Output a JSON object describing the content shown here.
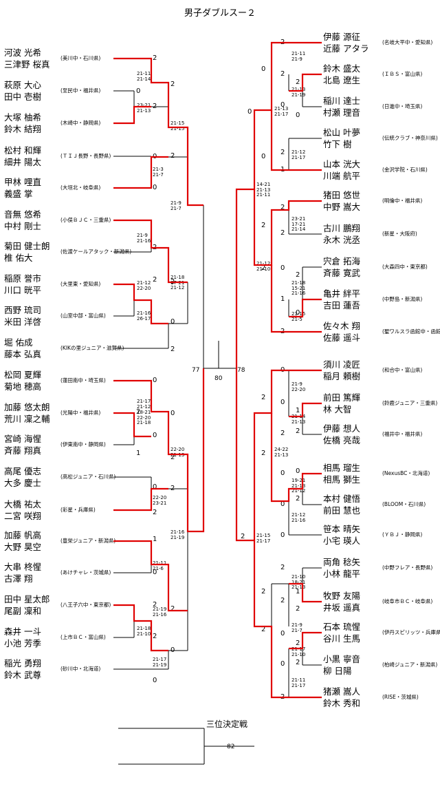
{
  "title": "男子ダブルスー２",
  "third_place_title": "三位決定戦",
  "left_teams": [
    {
      "p1": "河波 光希",
      "p2": "三津野 桜真",
      "club": "(美川中・石川県)"
    },
    {
      "p1": "萩原 大心",
      "p2": "田中 壱樹",
      "club": "(至民中・福井県)"
    },
    {
      "p1": "大塚 柚希",
      "p2": "鈴木 結翔",
      "club": "(木崎中・静岡県)"
    },
    {
      "p1": "松村 和輝",
      "p2": "細井 陽太",
      "club": "(ＴＩＪ長野・長野県)"
    },
    {
      "p1": "甲林 哩直",
      "p2": "義盛 掌",
      "club": "(大垣北・岐阜県)"
    },
    {
      "p1": "音無 悠希",
      "p2": "中村 剛士",
      "club": "(小俣ＢＪＣ・三重県)"
    },
    {
      "p1": "菊田 健士朗",
      "p2": "椎 佑大",
      "club": "(佐渡ケールアタック・新潟県)"
    },
    {
      "p1": "稲原 誉市",
      "p2": "川口 晄平",
      "club": "(大里東・愛知県)"
    },
    {
      "p1": "西野 琉司",
      "p2": "米田 洋啓",
      "club": "(山室中部・富山県)"
    },
    {
      "p1": "堀 佑成",
      "p2": "藤本 弘真",
      "club": "(KIKの里ジュニア・滋賀県)"
    },
    {
      "p1": "松岡 夏輝",
      "p2": "菊地 穂高",
      "club": "(蓮田南中・埼玉県)"
    },
    {
      "p1": "加藤 悠太朗",
      "p2": "荒川 凜之輔",
      "club": "(光陽中・福井県)"
    },
    {
      "p1": "宮崎 海惺",
      "p2": "斉藤 翔真",
      "club": "(伊東南中・静岡県)"
    },
    {
      "p1": "高尾 優志",
      "p2": "大多 慶士",
      "club": "(高松ジュニア・石川県)"
    },
    {
      "p1": "大橋 祐太",
      "p2": "二宮 咲翔",
      "club": "(彩星・兵庫県)"
    },
    {
      "p1": "加藤 帆高",
      "p2": "大野 昊空",
      "club": "(豊栄ジュニア・新潟県)"
    },
    {
      "p1": "大串 柊惺",
      "p2": "古澤 翔",
      "club": "(あけチャレ・茨城県)"
    },
    {
      "p1": "田中 星太郎",
      "p2": "尾副 凜和",
      "club": "(八王子六中・東京都)"
    },
    {
      "p1": "森井 一斗",
      "p2": "小池 芳季",
      "club": "(上市ＢＣ・富山県)"
    },
    {
      "p1": "稲光 勇翔",
      "p2": "鈴木 武尊",
      "club": "(砂川中・北海道)"
    }
  ],
  "right_teams": [
    {
      "p1": "伊藤 源征",
      "p2": "近藤 アタラ",
      "club": "(名岐大平中・愛知県)"
    },
    {
      "p1": "鈴木 盛太",
      "p2": "北島 遼生",
      "club": "(ＩＢＳ・富山県)"
    },
    {
      "p1": "稲川 達士",
      "p2": "村瀬 理音",
      "club": "(日進中・埼玉県)"
    },
    {
      "p1": "松山 叶夢",
      "p2": "竹下 樹",
      "club": "(伝統クラブ・神奈川県)"
    },
    {
      "p1": "山本 洸大",
      "p2": "川端 航平",
      "club": "(金沢学院・石川県)"
    },
    {
      "p1": "猪田 悠世",
      "p2": "中野 嵩大",
      "club": "(明倫中・福井県)"
    },
    {
      "p1": "古川 鵬翔",
      "p2": "永木 洸丞",
      "club": "(新星・大阪府)"
    },
    {
      "p1": "宍倉 拓海",
      "p2": "斉藤 寛武",
      "club": "(大森四中・東京都)"
    },
    {
      "p1": "亀井 絆平",
      "p2": "吉田 蓮吾",
      "club": "(中野島・新潟県)"
    },
    {
      "p1": "佐々木 翔",
      "p2": "佐藤 遥斗",
      "club": "(聖ワルスラ函館中・函館県)"
    },
    {
      "p1": "須川 凌匠",
      "p2": "稲月 頼樹",
      "club": "(和合中・富山県)"
    },
    {
      "p1": "前田 篤輝",
      "p2": "林 大智",
      "club": "(鈴鹿ジュニア・三重県)"
    },
    {
      "p1": "伊藤 想人",
      "p2": "佐橋 亮哉",
      "club": "(福井中・福井県)"
    },
    {
      "p1": "相馬 瑠生",
      "p2": "相馬 獅生",
      "club": "(NexusBC・北海道)"
    },
    {
      "p1": "本村 健悟",
      "p2": "前田 慧也",
      "club": "(BLOOM・石川県)"
    },
    {
      "p1": "笹本 晴矢",
      "p2": "小宅 瑛人",
      "club": "(ＹＢＪ・静岡県)"
    },
    {
      "p1": "両角 稔矢",
      "p2": "小林 龍平",
      "club": "(中野フレア・長野県)"
    },
    {
      "p1": "牧野 友陽",
      "p2": "井坂 遥真",
      "club": "(岐阜市ＢＣ・岐阜県)"
    },
    {
      "p1": "石本 琉惺",
      "p2": "谷川 生馬",
      "club": "(伊丹スピリッツ・兵庫県)"
    },
    {
      "p1": "小黒 寧音",
      "p2": "柳 日陽",
      "club": "(柏崎ジュニア・新潟県)"
    },
    {
      "p1": "猪瀬 嵩人",
      "p2": "鈴木 秀和",
      "club": "(RISE・茨城県)"
    }
  ],
  "scores": [
    "21-11\n21-14",
    "23-21\n21-13",
    "21-15\n21-15",
    "21-3\n21-7",
    "21-9\n21-7",
    "21-9\n21-16",
    "21-18\n17-21\n21-12",
    "21-12\n22-20",
    "21-16\n26-17",
    "21-17\n21-12",
    "18-21\n22-20\n21-18",
    "22-20\n21-13",
    "22-20\n23-21",
    "21-16\n21-19",
    "21-11\n21-6",
    "21-19\n21-16",
    "21-18\n21-10",
    "21-17\n21-19",
    "21-11\n21-9",
    "21-13\n21-19",
    "21-13\n21-17",
    "21-12\n21-17",
    "14-21\n21-13\n21-11",
    "23-21\n17-21\n21-14",
    "21-12\n21-10",
    "21-18\n15-21\n21-16",
    "21-15\n21-5",
    "21-9\n22-20",
    "21-14\n21-13",
    "24-22\n21-13",
    "19-21\n21-13\n21-12",
    "21-12\n21-16",
    "21-15\n21-17",
    "21-10\n18-21\n21-13",
    "21-9\n21-7",
    "21-17\n21-10",
    "21-11\n21-17"
  ],
  "win_marks": [
    "2",
    "0",
    "2",
    "2",
    "0",
    "0",
    "2",
    "2",
    "2",
    "2",
    "0",
    "2",
    "0",
    "2",
    "0",
    "0",
    "1",
    "0",
    "2",
    "2",
    "2",
    "2",
    "1",
    "0",
    "2",
    "2",
    "0",
    "0",
    "2",
    "0",
    "2",
    "0",
    "2",
    "1",
    "0",
    "0",
    "2",
    "2",
    "2",
    "0",
    "1",
    "2",
    "2",
    "0",
    "0",
    "2",
    "2",
    "0",
    "0",
    "0",
    "2",
    "2",
    "2",
    "2",
    "0",
    "0",
    "2",
    "2",
    "2",
    "2",
    "0",
    "2",
    "0",
    "1",
    "2",
    "0",
    "2",
    "1",
    "2",
    "2",
    "2",
    "2",
    "0",
    "1",
    "2",
    "0",
    "2",
    "2",
    "0",
    "2",
    "2",
    "2",
    "0",
    "0",
    "2",
    "1",
    "2",
    "0",
    "2",
    "2",
    "1",
    "2",
    "0",
    "2",
    "2",
    "2"
  ],
  "match_numbers": {
    "left_final": "77",
    "right_final": "78",
    "final": "80",
    "third_place": "82"
  }
}
